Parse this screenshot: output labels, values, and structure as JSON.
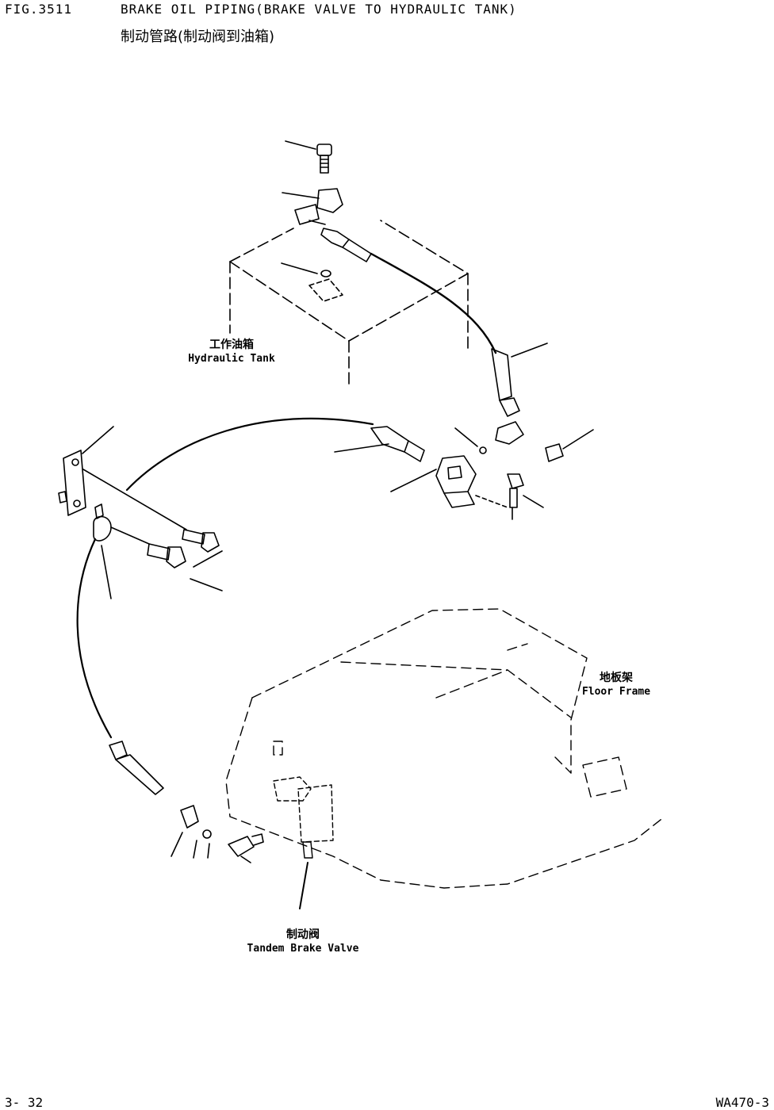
{
  "header": {
    "fig_no": "FIG.3511",
    "title_en": "BRAKE OIL PIPING(BRAKE VALVE TO HYDRAULIC TANK)",
    "title_cn": "制动管路(制动阀到油箱)"
  },
  "labels": {
    "hydraulic_tank": {
      "cn": "工作油箱",
      "en": "Hydraulic Tank"
    },
    "floor_frame": {
      "cn": "地板架",
      "en": "Floor Frame"
    },
    "brake_valve": {
      "cn": "制动阀",
      "en": "Tandem Brake Valve"
    }
  },
  "footer": {
    "page_no": "3- 32",
    "model": "WA470-3"
  }
}
